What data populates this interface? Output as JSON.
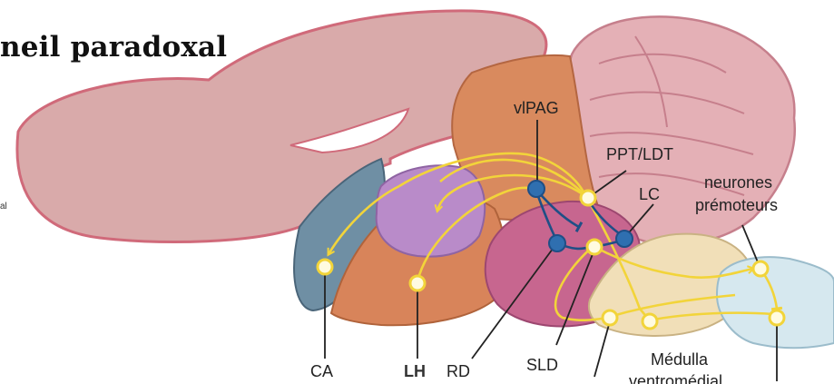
{
  "title": "neil paradoxal",
  "side_fragment": "al",
  "labels": {
    "ca": "CA",
    "lh": "LH",
    "rd": "RD",
    "sld": "SLD",
    "vlpag": "vlPAG",
    "ppt_ldt": "PPT/LDT",
    "lc": "LC",
    "neurones_line1": "neurones",
    "neurones_line2": "prémoteurs",
    "medulla_line1": "Médulla",
    "medulla_line2": "ventromédial"
  },
  "colors": {
    "cortex": "#d9aaaa",
    "cerebellum": "#e4b0b6",
    "amygdala": "#6f8fa4",
    "hypothalamus": "#d8845a",
    "lh_region": "#b98bc9",
    "pons": "#c7668f",
    "midbrain": "#d98a5e",
    "medulla": "#f1dfb8",
    "spinal": "#d6e8ef",
    "yellow_path": "#f2d43a",
    "blue_node": "#2f6fb0"
  }
}
